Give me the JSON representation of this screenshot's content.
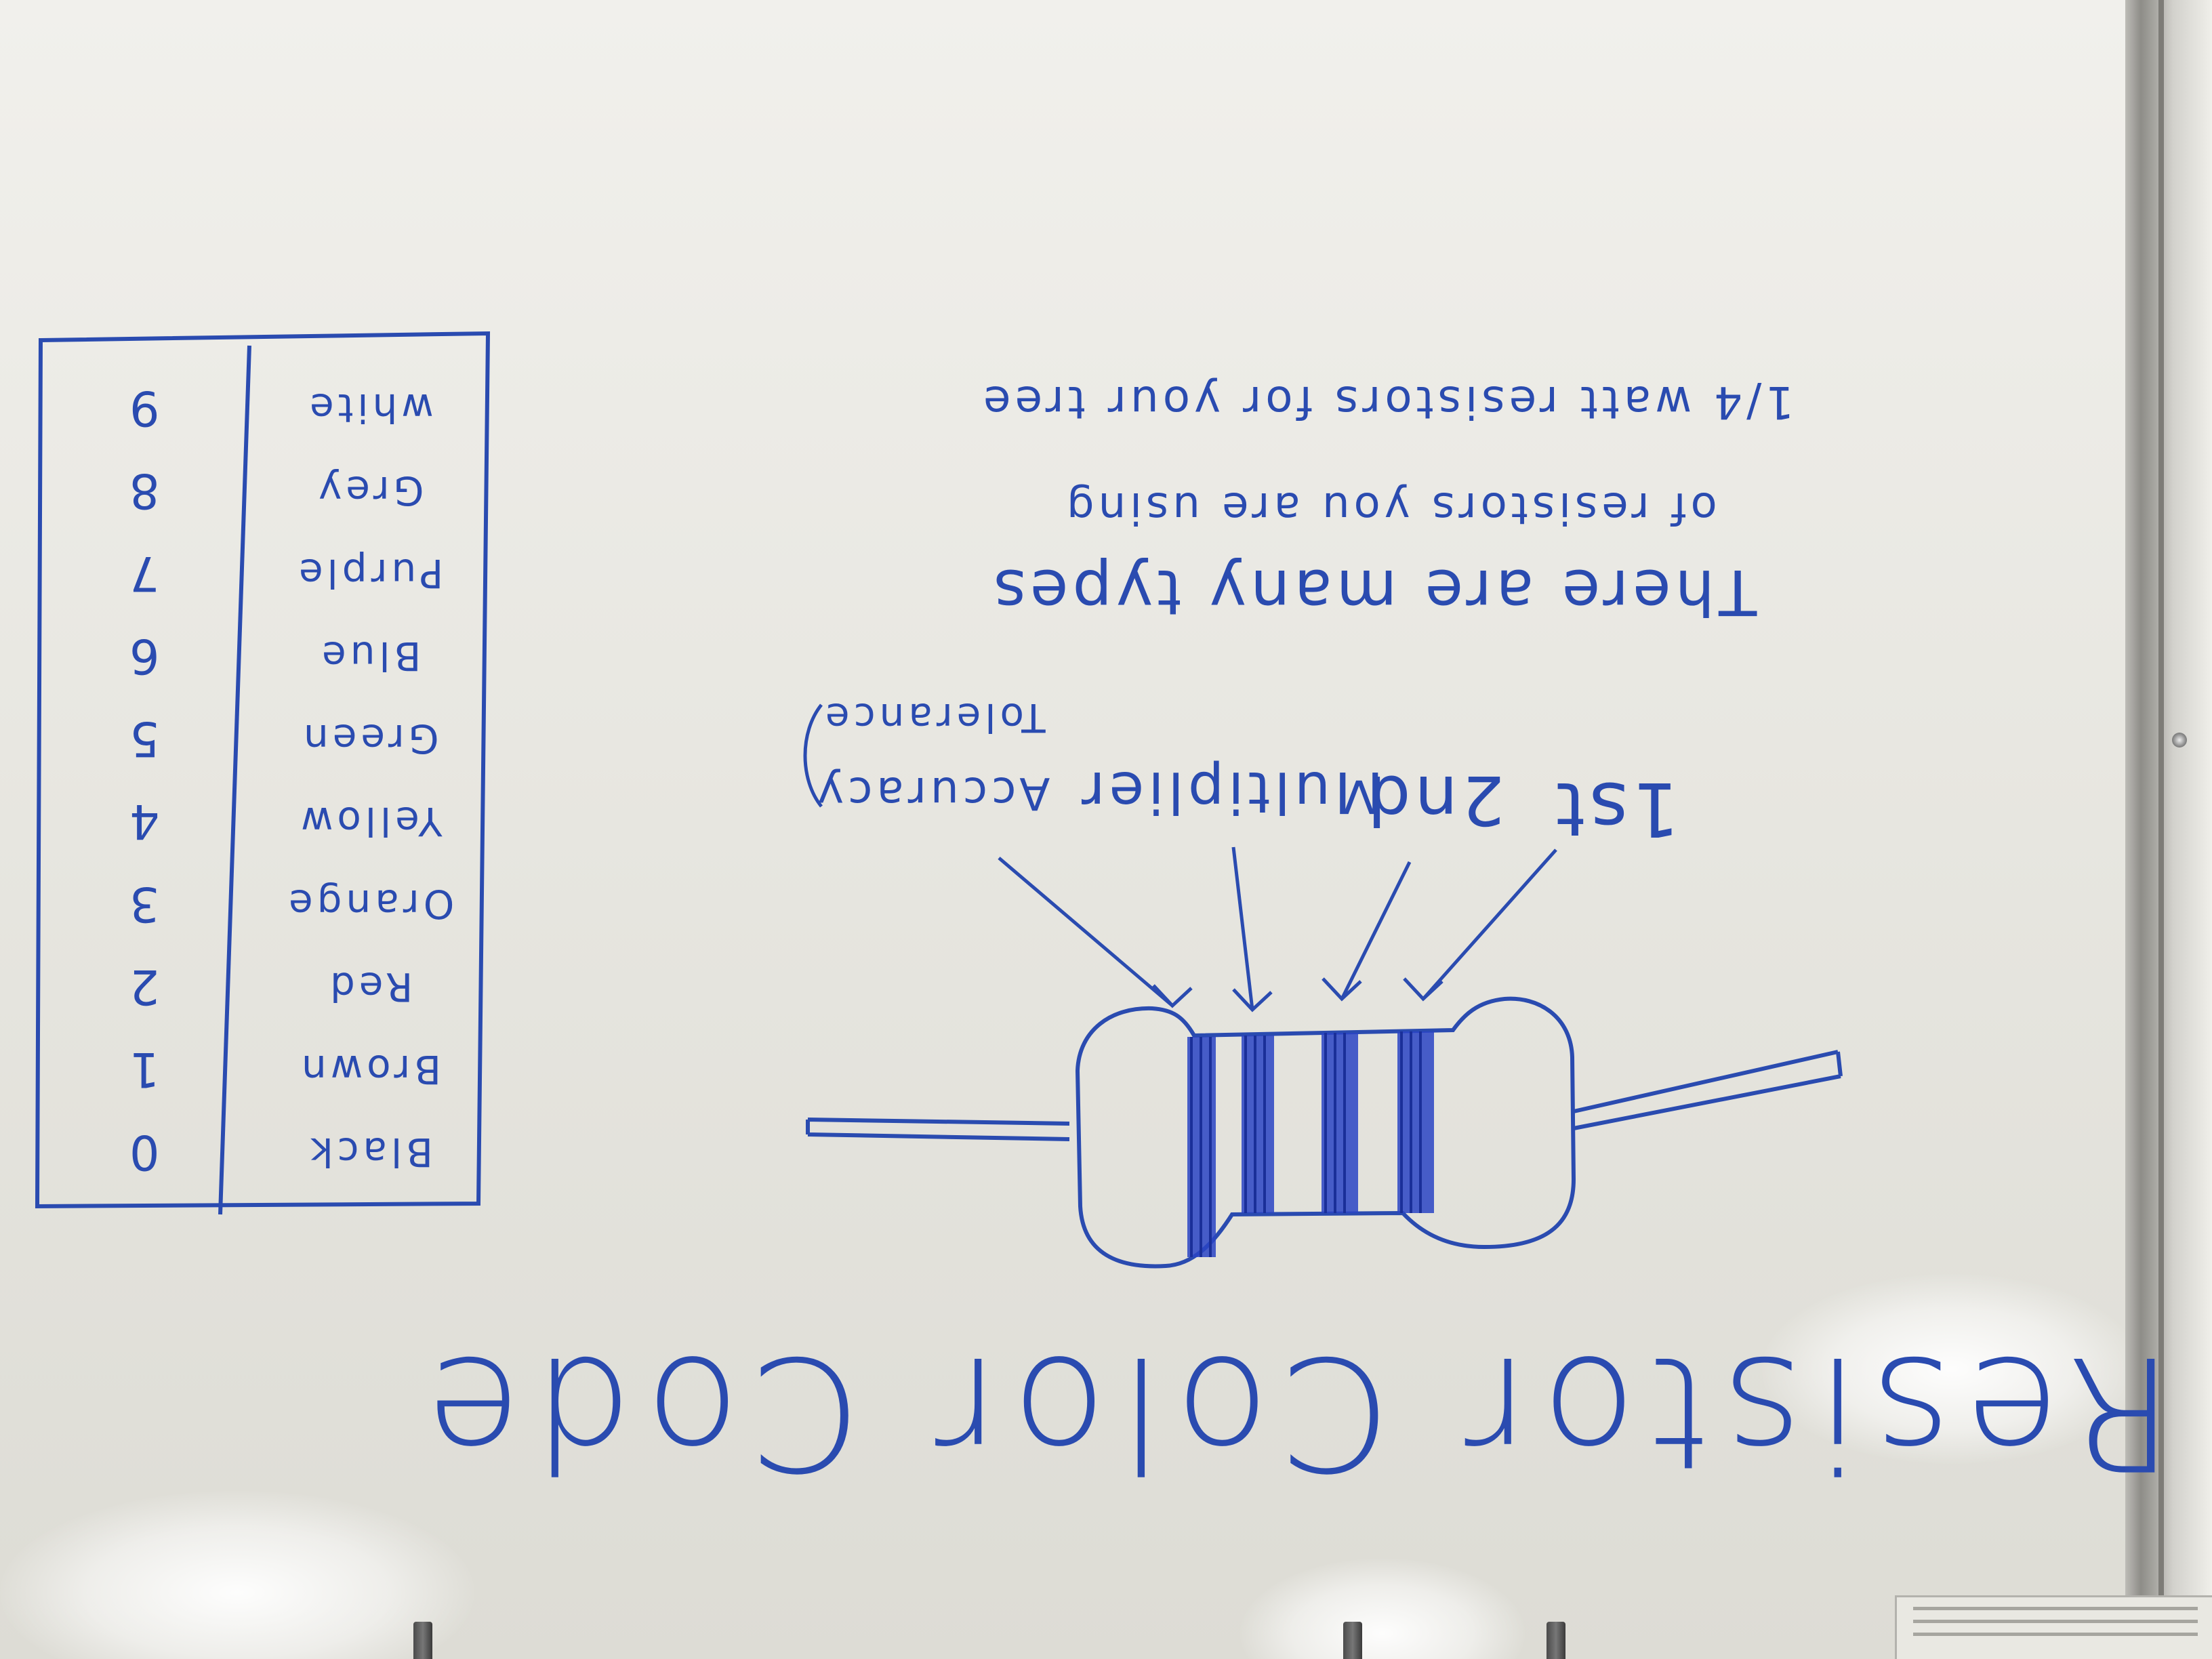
{
  "title": "Resistor Color Code",
  "note": {
    "line1": "There are many types",
    "line2": "of resistors you are using",
    "line3": "1/4 watt resistors for your tree"
  },
  "band_labels": [
    {
      "key": "first",
      "text": "1st"
    },
    {
      "key": "second",
      "text": "2nd"
    },
    {
      "key": "multiplier",
      "text": "Multiplier"
    },
    {
      "key": "accuracy",
      "text": "Accuracy"
    },
    {
      "key": "tolerance",
      "text": "Tolerance"
    }
  ],
  "color_table": {
    "rows": [
      {
        "color": "Black",
        "digit": "0"
      },
      {
        "color": "Brown",
        "digit": "1"
      },
      {
        "color": "Red",
        "digit": "2"
      },
      {
        "color": "Orange",
        "digit": "3"
      },
      {
        "color": "Yellow",
        "digit": "4"
      },
      {
        "color": "Green",
        "digit": "5"
      },
      {
        "color": "Blue",
        "digit": "6"
      },
      {
        "color": "Purple",
        "digit": "7"
      },
      {
        "color": "Grey",
        "digit": "8"
      },
      {
        "color": "white",
        "digit": "9"
      }
    ]
  },
  "colors": {
    "ink": "#2a4bb0",
    "board": "#ecebe6",
    "band_fill": "#2a44c4"
  }
}
